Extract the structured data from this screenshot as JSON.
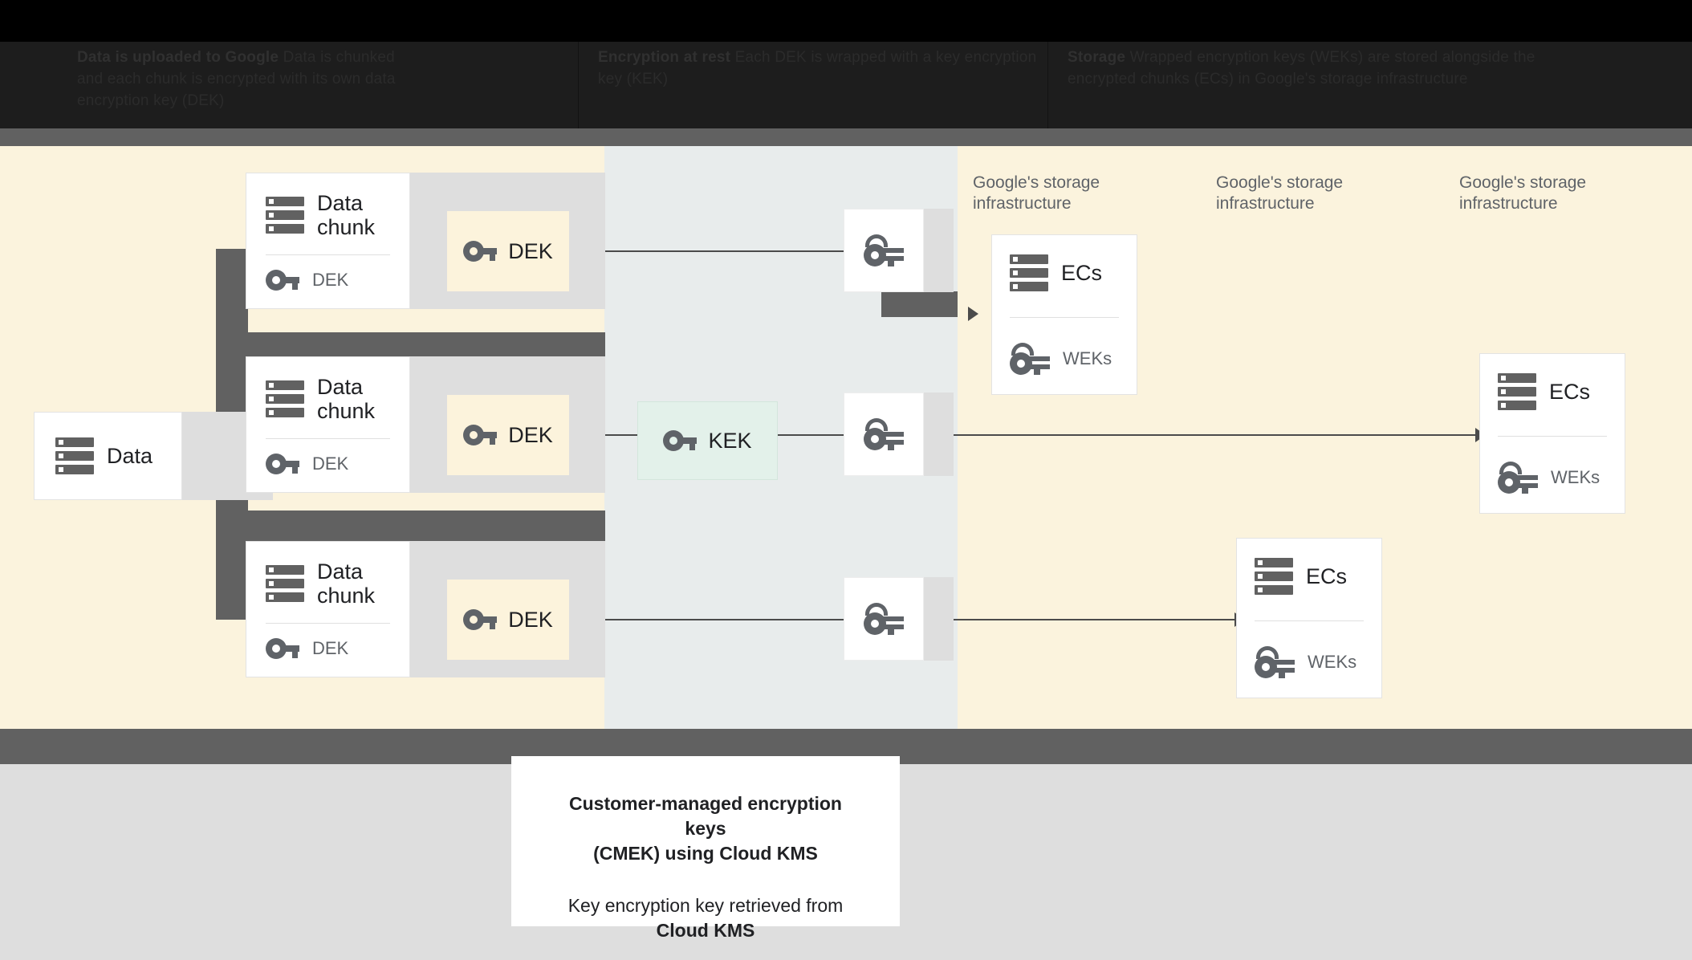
{
  "header": {
    "columns": [
      {
        "lead": "Data is uploaded to Google",
        "body": "Data is chunked and each chunk is encrypted with its own data encryption key (DEK)"
      },
      {
        "lead": "Encryption at rest",
        "body": "Each DEK is wrapped with a key encryption key (KEK)"
      },
      {
        "lead": "Storage",
        "body": "Wrapped encryption keys (WEKs) are stored alongside the encrypted chunks (ECs) in Google's storage infrastructure"
      }
    ]
  },
  "diagram": {
    "source": {
      "label": "Data",
      "icon": "server-stack-icon"
    },
    "chunks": [
      {
        "title": "Data chunk",
        "key_label": "DEK",
        "icon": "server-stack-icon",
        "key_icon": "key-icon"
      },
      {
        "title": "Data chunk",
        "key_label": "DEK",
        "icon": "server-stack-icon",
        "key_icon": "key-icon"
      },
      {
        "title": "Data chunk",
        "key_label": "DEK",
        "icon": "server-stack-icon",
        "key_icon": "key-icon"
      }
    ],
    "deks": [
      {
        "label": "DEK",
        "icon": "key-icon"
      },
      {
        "label": "DEK",
        "icon": "key-icon"
      },
      {
        "label": "DEK",
        "icon": "key-icon"
      }
    ],
    "kek": {
      "label": "KEK",
      "icon": "key-icon"
    },
    "wrapped_keys": [
      {
        "icon": "wrapped-key-icon"
      },
      {
        "icon": "wrapped-key-icon"
      },
      {
        "icon": "wrapped-key-icon"
      }
    ],
    "zone_labels": [
      "Google's storage\ninfrastructure",
      "Google's storage\ninfrastructure",
      "Google's storage\ninfrastructure"
    ],
    "storage_cards": [
      {
        "title": "ECs",
        "key_label": "WEKs",
        "icon": "server-stack-icon",
        "key_icon": "wrapped-key-icon"
      },
      {
        "title": "ECs",
        "key_label": "WEKs",
        "icon": "server-stack-icon",
        "key_icon": "wrapped-key-icon"
      },
      {
        "title": "ECs",
        "key_label": "WEKs",
        "icon": "server-stack-icon",
        "key_icon": "wrapped-key-icon"
      }
    ]
  },
  "caption": {
    "title_line1": "Customer-managed encryption keys",
    "title_line2": "(CMEK) using Cloud KMS",
    "body_line1": "Key encryption key retrieved from",
    "body_line2": "Cloud KMS"
  },
  "colors": {
    "cream": "#fbf3dd",
    "blue_gray": "#e8ecec",
    "light_gray": "#dedede",
    "dark_gray": "#616161",
    "mint": "#e3f1ea",
    "dek_cream": "#fcf3dc",
    "text": "#202124",
    "muted_text": "#5f6368"
  }
}
